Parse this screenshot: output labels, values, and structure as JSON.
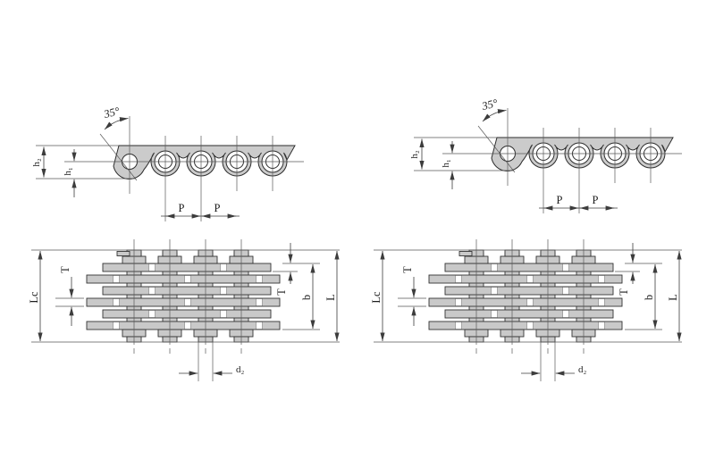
{
  "figures": {
    "left": {
      "side_view": {
        "angle": "35°",
        "h2": "h₂",
        "h1": "h₁",
        "pitch_1": "P",
        "pitch_2": "P"
      },
      "plan_view": {
        "lc": "Lc",
        "t_left": "T",
        "t_right": "T",
        "b": "b",
        "l": "L",
        "d2": "d₂"
      }
    },
    "right": {
      "side_view": {
        "angle": "35°",
        "h2": "h₂",
        "h1": "h₁",
        "pitch_1": "P",
        "pitch_2": "P"
      },
      "plan_view": {
        "lc": "Lc",
        "t_left": "T",
        "t_right": "T",
        "b": "b",
        "l": "L",
        "d2": "d₂"
      }
    }
  },
  "colors": {
    "plate_fill": "#cbcbcb",
    "line": "#3c3c3c",
    "background": "#ffffff"
  }
}
